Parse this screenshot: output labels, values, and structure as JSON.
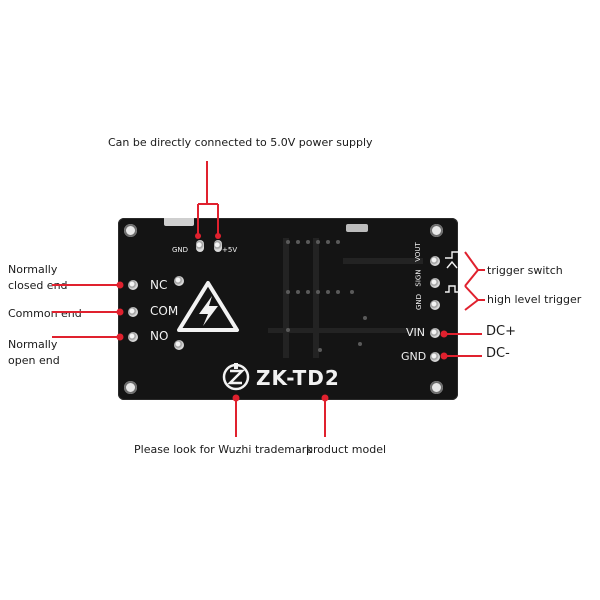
{
  "callouts": {
    "power_supply": "Can be directly connected to 5.0V power supply",
    "nc_line1": "Normally",
    "nc_line2": "closed end",
    "common": "Common end",
    "no_line1": "Normally",
    "no_line2": "open end",
    "trigger_switch": "trigger switch",
    "high_level_trigger": "high level trigger",
    "dc_plus": "DC+",
    "dc_minus": "DC-",
    "trademark": "Please look for Wuzhi trademark",
    "model": "product model"
  },
  "board": {
    "gnd_top": "GND",
    "plus5v": "+5V",
    "nc": "NC",
    "com": "COM",
    "no": "NO",
    "vout": "VOUT",
    "sign": "SIGN",
    "gnd_small": "GND",
    "vin": "VIN",
    "gnd": "GND",
    "model": "ZK-TD2"
  },
  "colors": {
    "callout_line": "#e0212e",
    "board": "#141414",
    "silkscreen": "#f2f2f2"
  },
  "icons": [
    "high-voltage-warning-icon",
    "wuzhi-logo-icon"
  ]
}
